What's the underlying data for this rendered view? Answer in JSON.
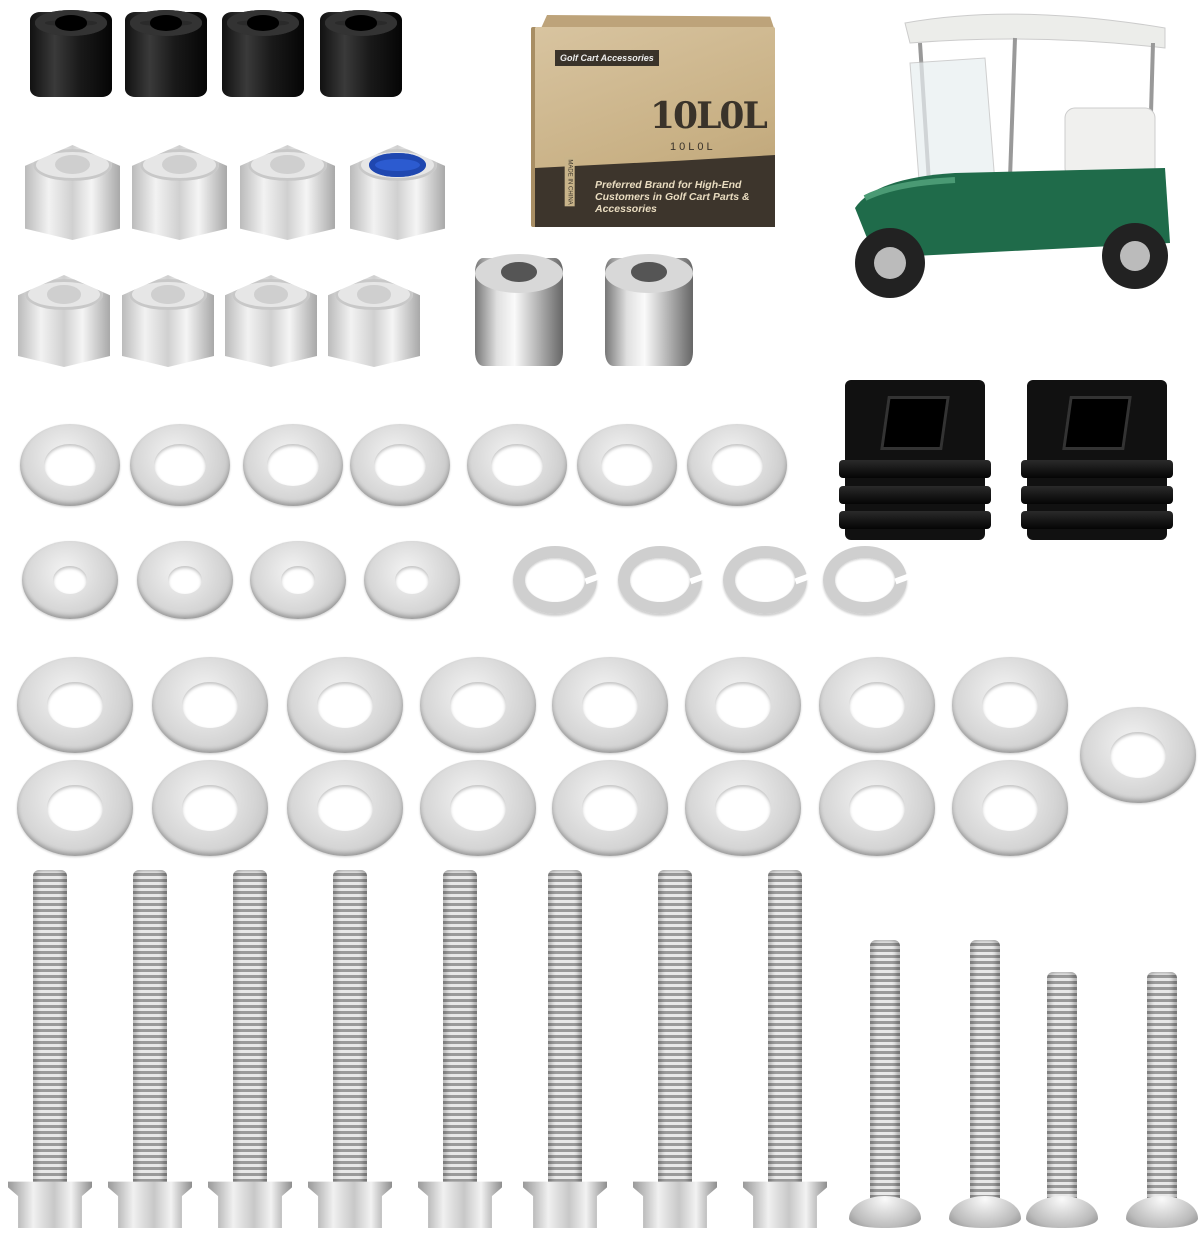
{
  "product_box": {
    "badge": "Golf Cart Accessories",
    "logo_text": "10L0L",
    "brand": "10L0L",
    "slogan": "Preferred Brand for High-End Customers in Golf Cart Parts & Accessories",
    "origin_label": "MADE IN CHINA"
  },
  "kit_contents": {
    "black_spacers": 4,
    "nylon_lock_nuts_large": 4,
    "nylon_lock_nuts_small": 4,
    "silver_spacers": 2,
    "square_tube_plugs": 2,
    "flat_washers_medium": 7,
    "flat_washers_small": 4,
    "split_lock_washers": 4,
    "flat_washers_large": 17,
    "hex_flange_bolts": 8,
    "pan_head_bolts": 4
  },
  "colors": {
    "cart_body": "#1f6b4a",
    "canopy": "#ecedea",
    "nut_insert_blue": "#2c5bd0",
    "box_kraft": "#cbb387",
    "box_band": "#3d352c"
  }
}
